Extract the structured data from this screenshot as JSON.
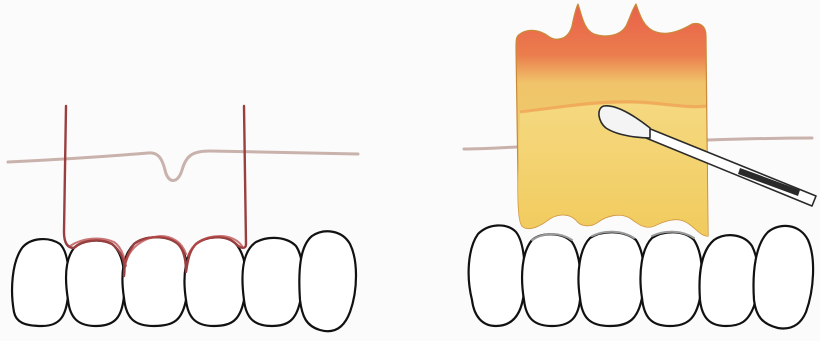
{
  "figure": {
    "panels": [
      {
        "id": "left",
        "depicts": "incision-outline"
      },
      {
        "id": "right",
        "depicts": "graft-with-instrument"
      }
    ],
    "colors": {
      "background": "#fbfbfb",
      "tooth_outline": "#111111",
      "tooth_fill": "#ffffff",
      "gingiva_line": "#c9b2ac",
      "incision": "#9a3f3f",
      "graft_top": "#e8614a",
      "graft_mid": "#eea54e",
      "graft_bottom": "#f2d06a",
      "instrument": "#2a2a2a"
    },
    "icons": [
      "tooth-icon",
      "scalpel-icon",
      "graft-flap-icon"
    ]
  }
}
